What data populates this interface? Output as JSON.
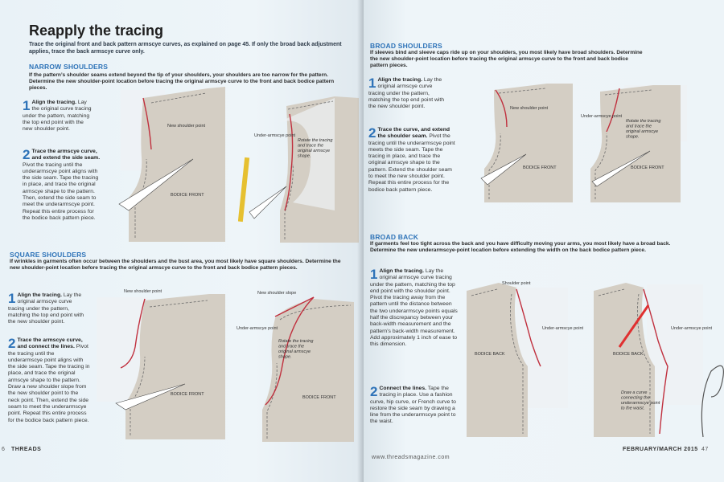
{
  "left_page": {
    "title": "Reapply the tracing",
    "intro": "Trace the original front and back pattern armscye curves, as explained on page 45. If only the broad back adjustment applies, trace the back armscye curve only.",
    "narrow": {
      "heading": "NARROW SHOULDERS",
      "desc": "If the pattern’s shoulder seams extend beyond the tip of your shoulders, your shoulders are too narrow for the pattern. Determine the new shoulder-point location before tracing the original armscye curve to the front and back bodice pattern pieces.",
      "step1_num": "1",
      "step1_head": "Align the tracing.",
      "step1_body": "Lay the original curve tracing under the pattern, matching the top end point with the new shoulder point.",
      "step2_num": "2",
      "step2_head": "Trace the armscye curve, and extend the side seam.",
      "step2_body": "Pivot the tracing until the underarmscye point aligns with the side seam. Tape the tracing in place, and trace the original armscye shape to the pattern. Then, extend the side seam to meet the underarmscye point. Repeat this entire process for the bodice back pattern piece.",
      "fig_new_shoulder": "New shoulder point",
      "fig_bodice_front": "BODICE FRONT",
      "fig_underarmscye": "Under-armscye point",
      "fig_rotate": "Rotate the tracing and trace the original armscye shape."
    },
    "square": {
      "heading": "SQUARE SHOULDERS",
      "desc": "If wrinkles in garments often occur between the shoulders and the bust area, you most likely have square shoulders. Determine the new shoulder-point location before tracing the original armscye curve to the front and back bodice pattern pieces.",
      "step1_num": "1",
      "step1_head": "Align the tracing.",
      "step1_body": "Lay the original armscye curve tracing under the pattern, matching the top end point with the new shoulder point.",
      "step2_num": "2",
      "step2_head": "Trace the armscye curve, and connect the lines.",
      "step2_body": "Pivot the tracing until the underarmscye point aligns with the side seam. Tape the tracing in place, and trace the original armscye shape to the pattern. Draw a new shoulder slope from the new shoulder point to the neck point. Then, extend the side seam to meet the underarmscye point. Repeat this entire process for the bodice back pattern piece.",
      "fig_new_shoulder": "New shoulder point",
      "fig_new_slope": "New shoulder slope",
      "fig_bodice_front": "BODICE FRONT",
      "fig_underarmscye": "Under-armscye point",
      "fig_rotate": "Rotate the tracing and trace the original armscye shape."
    },
    "footer_page": "6",
    "footer_mag": "THREADS"
  },
  "right_page": {
    "broad_shoulders": {
      "heading": "BROAD SHOULDERS",
      "desc": "If sleeves bind and sleeve caps ride up on your shoulders, you most likely have broad shoulders. Determine the new shoulder-point location before tracing the original armscye curve to the front and back bodice pattern pieces.",
      "step1_num": "1",
      "step1_head": "Align the tracing.",
      "step1_body": "Lay the original armscye curve tracing under the pattern, matching the top end point with the new shoulder point.",
      "step2_num": "2",
      "step2_head": "Trace the curve, and extend the shoulder seam.",
      "step2_body": "Pivot the tracing until the underarmscye point meets the side seam. Tape the tracing in place, and trace the original armscye shape to the pattern. Extend the shoulder seam to meet the new shoulder point. Repeat this entire process for the bodice back pattern piece.",
      "fig_new_shoulder": "New shoulder point",
      "fig_bodice_front": "BODICE FRONT",
      "fig_underarmscye": "Under-armscye point",
      "fig_rotate": "Rotate the tracing and trace the original armscye shape."
    },
    "broad_back": {
      "heading": "BROAD BACK",
      "desc": "If garments feel too tight across the back and you have difficulty moving your arms, you most likely have a broad back. Determine the new underarmscye-point location before extending the width on the back bodice pattern piece.",
      "step1_num": "1",
      "step1_head": "Align the tracing.",
      "step1_body": "Lay the original armscye curve tracing under the pattern, matching the top end point with the shoulder point. Pivot the tracing away from the pattern until the distance between the two underarmscye points equals half the discrepancy between your back-width measurement and the pattern’s back-width measurement. Add approximately 1 inch of ease to this dimension.",
      "step2_num": "2",
      "step2_head": "Connect the lines.",
      "step2_body": "Tape the tracing in place. Use a fashion curve, hip curve, or French curve to restore the side seam by drawing a line from the underarmscye point to the waist.",
      "fig_shoulder_point": "Shoulder point",
      "fig_bodice_back": "BODICE BACK",
      "fig_underarmscye": "Under-armscye point",
      "fig_draw_curve": "Draw a curve connecting the underarmscye point to the waist."
    },
    "footer_url": "www.threadsmagazine.com",
    "footer_date": "FEBRUARY/MARCH 2015",
    "footer_page": "47"
  },
  "colors": {
    "accent_blue": "#2e73b8",
    "pattern_paper": "#d4cec4",
    "tracing_paper": "#eef2f5",
    "curve_red": "#c0303e",
    "dash": "#6a6a6a"
  }
}
